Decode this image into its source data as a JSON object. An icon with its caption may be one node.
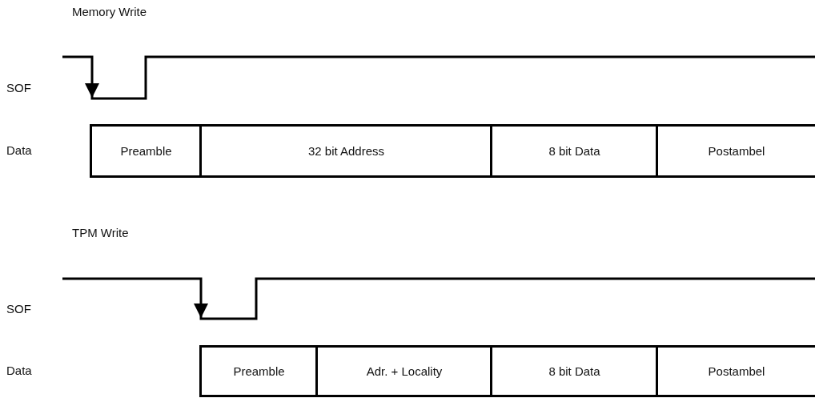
{
  "diagram": {
    "nodes": [
      {
        "text": [
          "Preamble"
        ]
      },
      {
        "text": [
          "32 bit Address"
        ]
      },
      {
        "text": [
          "8 bit Data"
        ]
      },
      {
        "text": [
          "Postambel"
        ]
      },
      {
        "text": [
          "Preamble"
        ]
      },
      {
        "text": [
          "Adr. + Locality"
        ]
      },
      {
        "text": [
          "8 bit Data"
        ]
      },
      {
        "text": [
          "Postambel"
        ]
      }
    ],
    "labels": [
      "Memory Write",
      "SOF",
      "Data",
      "TPM Write",
      "SOF",
      "Data"
    ]
  }
}
